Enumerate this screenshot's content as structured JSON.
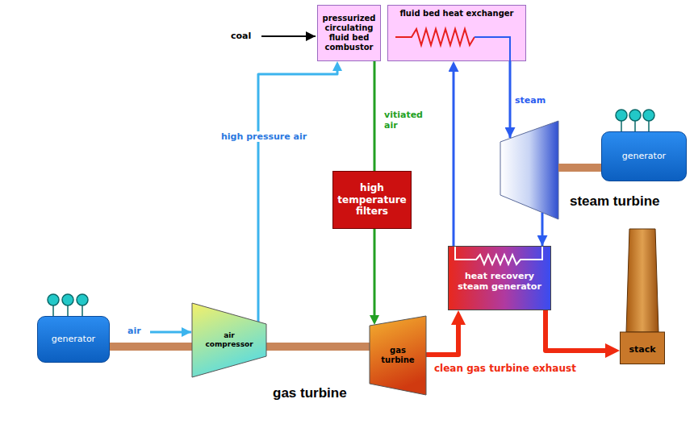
{
  "diagram": {
    "nodes": [
      {
        "text": [
          "pressurized circulating fluid bed combustor"
        ]
      },
      {
        "text": [
          "fluid bed heat exchanger"
        ]
      },
      {
        "text": [
          "generator"
        ]
      },
      {
        "text": [
          "high temperature filters"
        ]
      },
      {
        "text": [
          "stack"
        ]
      },
      {
        "text": [
          "heat recovery steam generator"
        ]
      },
      {
        "text": [
          "generator"
        ]
      },
      {
        "text": [
          "air compressor"
        ]
      },
      {
        "text": [
          "gas turbine"
        ]
      }
    ],
    "edges": [
      {
        "from": 7,
        "to": 0,
        "label": "high pressure air",
        "arrow": "to"
      },
      {
        "from": 0,
        "to": 3,
        "label": "vitiated air",
        "arrow": "none"
      },
      {
        "from": 3,
        "to": 8,
        "arrow": "to"
      },
      {
        "from": 8,
        "to": 5,
        "label": "clean gas turbine exhaust",
        "arrow": "to"
      },
      {
        "from": 5,
        "to": 4,
        "arrow": "to"
      },
      {
        "from": 5,
        "to": 1,
        "arrow": "to"
      },
      {
        "from": 6,
        "to": 7,
        "arrow": "none"
      },
      {
        "from": 7,
        "to": 8,
        "arrow": "none"
      }
    ],
    "labels": [
      "coal",
      "steam",
      "steam turbine",
      "air",
      "gas turbine"
    ]
  }
}
